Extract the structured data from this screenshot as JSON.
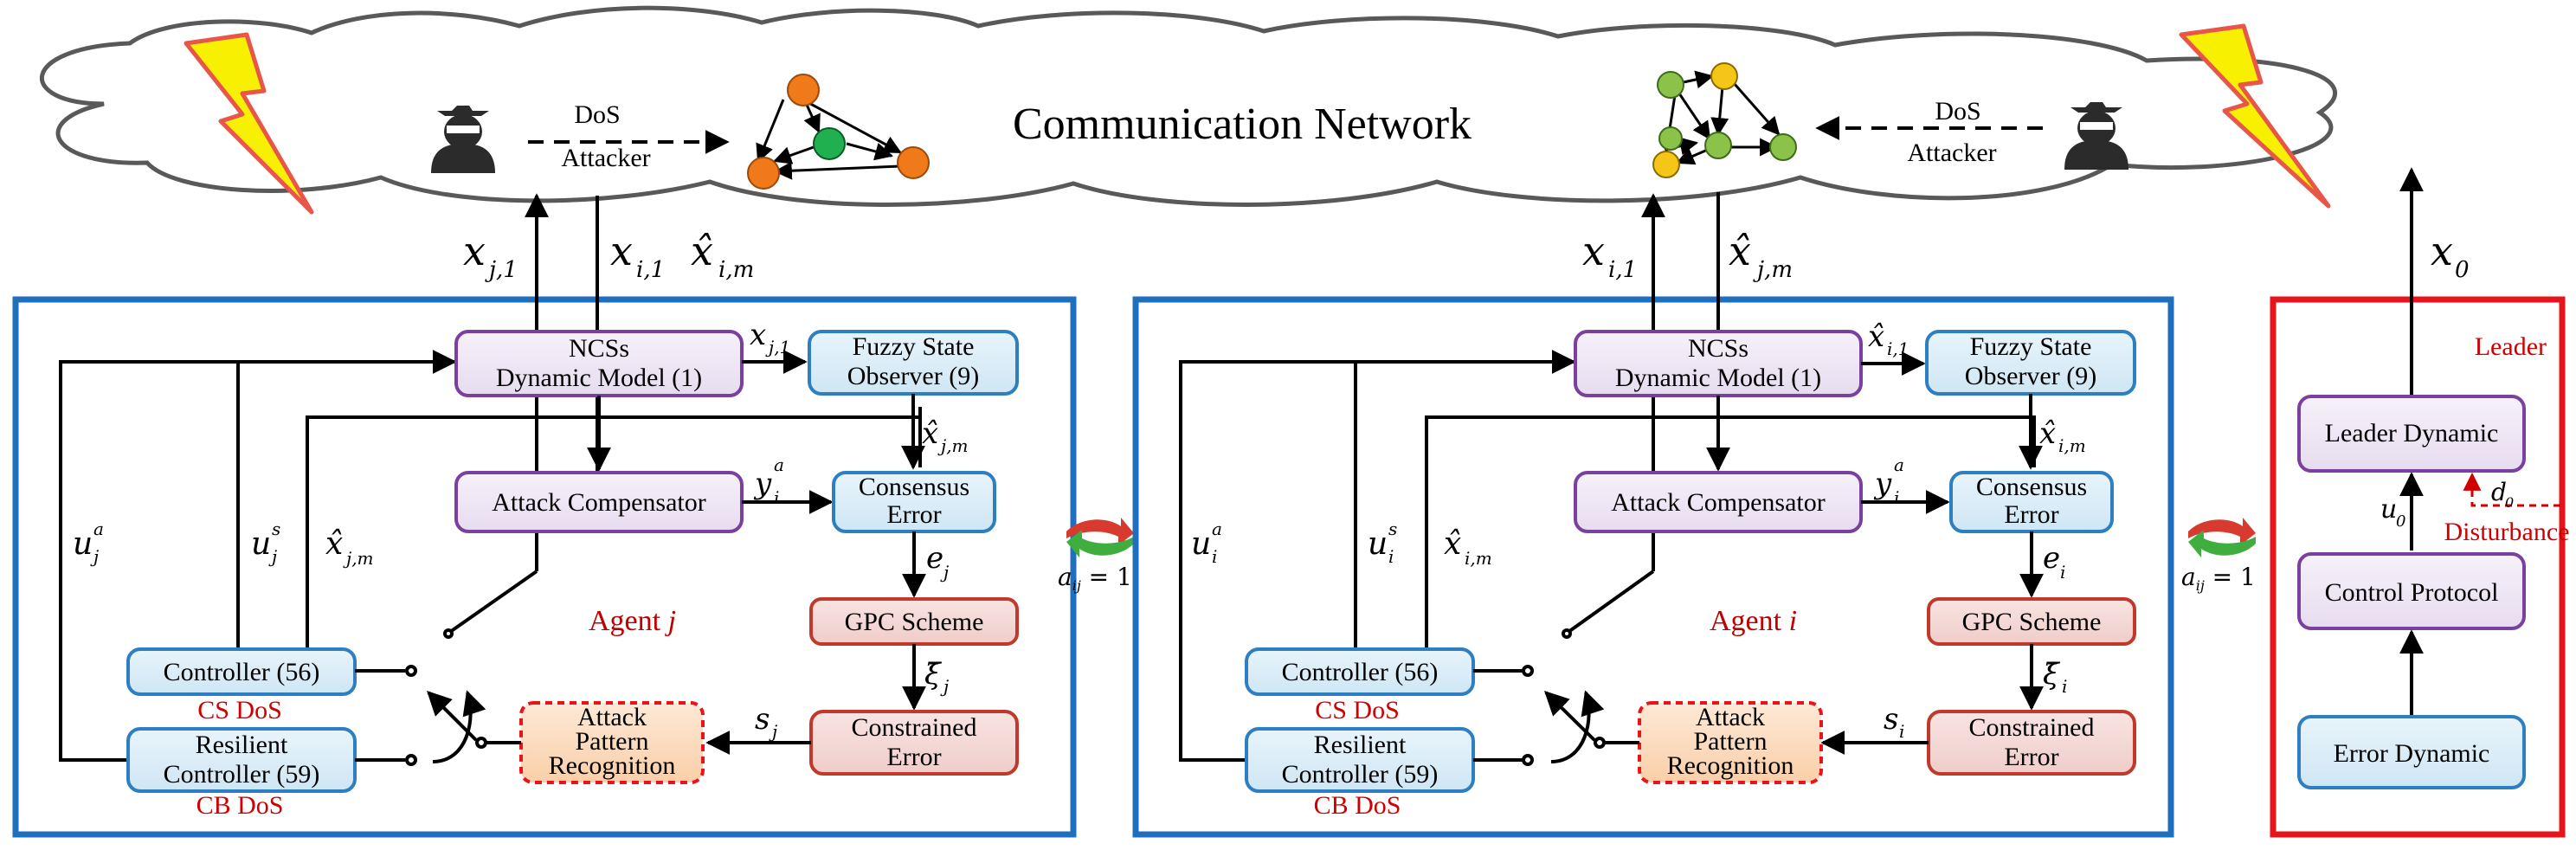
{
  "network": {
    "title": "Communication Network",
    "attacker_left": [
      "DoS",
      "Attacker"
    ],
    "attacker_right": [
      "DoS",
      "Attacker"
    ]
  },
  "agent_j": {
    "title_prefix": "Agent ",
    "title_var": "j",
    "model": [
      "NCSs",
      "Dynamic Model (1)"
    ],
    "observer": [
      "Fuzzy State",
      "Observer (9)"
    ],
    "compensator": "Attack Compensator",
    "consensus": [
      "Consensus",
      "Error"
    ],
    "gpc": "GPC Scheme",
    "constrained": [
      "Constrained",
      "Error"
    ],
    "recognition": [
      "Attack",
      "Pattern",
      "Recognition"
    ],
    "controller": "Controller (56)",
    "resilient": [
      "Resilient",
      "Controller (59)"
    ],
    "cs_dos": "CS DoS",
    "cb_dos": "CB DoS",
    "sig_up1": "x",
    "sig_up1_sub": "j,1",
    "sig_down1": "x",
    "sig_down1_sub": "i,1",
    "sig_down2": "x̂",
    "sig_down2_sub": "i,m",
    "sig_obs": "x",
    "sig_obs_sub": "j,1",
    "sig_xhat": "x̂",
    "sig_xhat_sub": "j,m",
    "sig_y": "y",
    "sig_y_sup": "a",
    "sig_y_sub": "i",
    "sig_e": "e",
    "sig_e_sub": "j",
    "sig_xi": "ξ̄",
    "sig_xi_sub": "j",
    "sig_s": "s",
    "sig_s_sub": "j",
    "sig_ua": "u",
    "sig_ua_sup": "a",
    "sig_ua_sub": "j",
    "sig_us": "u",
    "sig_us_sup": "s",
    "sig_us_sub": "j",
    "sig_xhat2": "x̂",
    "sig_xhat2_sub": "j,m"
  },
  "agent_i": {
    "title_prefix": "Agent ",
    "title_var": "i",
    "model": [
      "NCSs",
      "Dynamic Model (1)"
    ],
    "observer": [
      "Fuzzy State",
      "Observer (9)"
    ],
    "compensator": "Attack Compensator",
    "consensus": [
      "Consensus",
      "Error"
    ],
    "gpc": "GPC Scheme",
    "constrained": [
      "Constrained",
      "Error"
    ],
    "recognition": [
      "Attack",
      "Pattern",
      "Recognition"
    ],
    "controller": "Controller (56)",
    "resilient": [
      "Resilient",
      "Controller (59)"
    ],
    "cs_dos": "CS DoS",
    "cb_dos": "CB DoS",
    "sig_up1": "x",
    "sig_up1_sub": "i,1",
    "sig_down2": "x̂",
    "sig_down2_sub": "j,m",
    "sig_obs": "x̂",
    "sig_obs_sub": "i,1",
    "sig_xhat": "x̂",
    "sig_xhat_sub": "i,m",
    "sig_y": "y",
    "sig_y_sup": "a",
    "sig_y_sub": "i",
    "sig_e": "e",
    "sig_e_sub": "i",
    "sig_xi": "ξ̄",
    "sig_xi_sub": "i",
    "sig_s": "s",
    "sig_s_sub": "i",
    "sig_ua": "u",
    "sig_ua_sup": "a",
    "sig_ua_sub": "i",
    "sig_us": "u",
    "sig_us_sup": "s",
    "sig_us_sub": "i",
    "sig_xhat2": "x̂",
    "sig_xhat2_sub": "i,m"
  },
  "link": {
    "a": "a",
    "sub": "ij",
    "eq": " = 1"
  },
  "leader": {
    "title": "Leader",
    "dynamic": "Leader Dynamic",
    "protocol": "Control Protocol",
    "error": "Error Dynamic",
    "u0": "u",
    "u0_sub": "0",
    "d0": "d",
    "d0_sub": "0",
    "disturbance": "Disturbance",
    "x0": "x",
    "x0_sub": "0"
  },
  "colors": {
    "agent_border": "#1f6fbf",
    "leader_border": "#e8141c",
    "purple_box": "#7b3fa0",
    "blue_box": "#2d7fc1",
    "red_box": "#c0392b",
    "orange_box": "#e8141c"
  }
}
